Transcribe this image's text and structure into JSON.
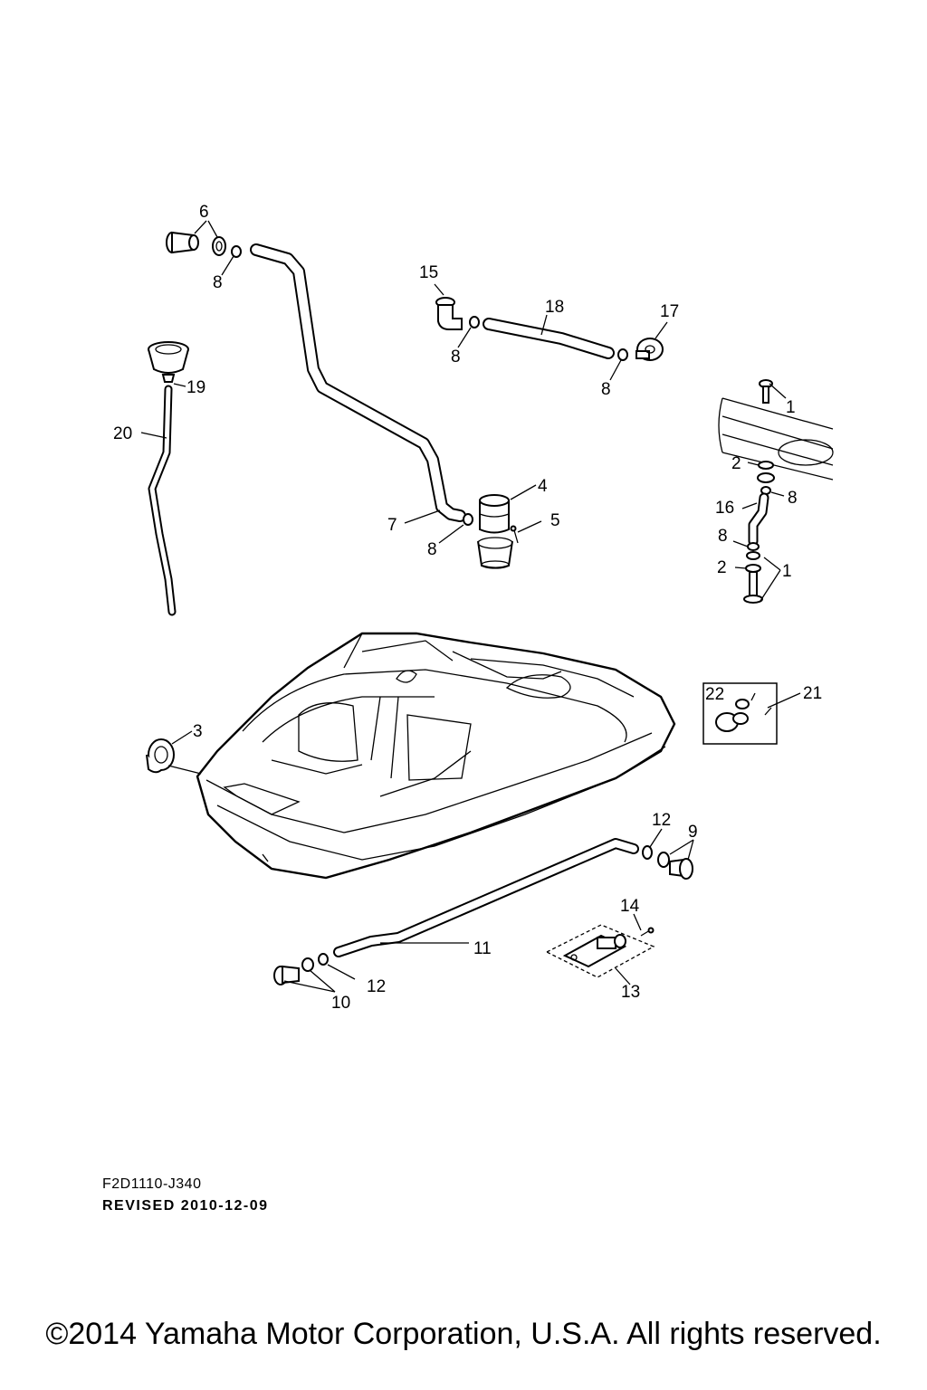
{
  "diagram": {
    "callouts": {
      "c1a": "1",
      "c1b": "1",
      "c2a": "2",
      "c2b": "2",
      "c3": "3",
      "c4": "4",
      "c5": "5",
      "c6": "6",
      "c7": "7",
      "c8a": "8",
      "c8b": "8",
      "c8c": "8",
      "c8d": "8",
      "c8e": "8",
      "c8f": "8",
      "c9": "9",
      "c10": "10",
      "c11": "11",
      "c12a": "12",
      "c12b": "12",
      "c13": "13",
      "c14": "14",
      "c15": "15",
      "c16": "16",
      "c17": "17",
      "c18": "18",
      "c19": "19",
      "c20": "20",
      "c21": "21",
      "c22": "22"
    }
  },
  "footer": {
    "doc_code": "F2D1110-J340",
    "revised": "REVISED 2010-12-09",
    "copyright": "©2014 Yamaha Motor Corporation, U.S.A. All rights reserved."
  }
}
